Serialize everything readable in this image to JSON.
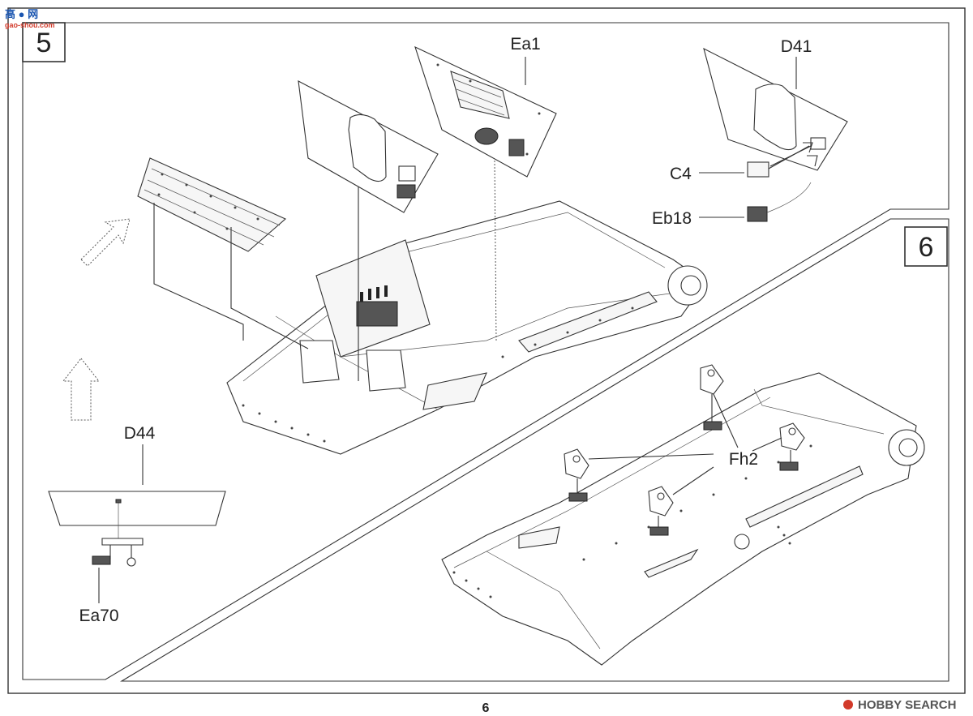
{
  "steps": [
    {
      "number": "5",
      "labels": [
        "Ea1",
        "D41",
        "C4",
        "Eb18",
        "D44",
        "Ea70"
      ]
    },
    {
      "number": "6",
      "labels": [
        "Fh2"
      ]
    }
  ],
  "page": {
    "number": "6"
  },
  "watermarks": {
    "top_left_main": "高 ● 网",
    "top_left_sub": "gao-shou.com",
    "bottom_right": "HOBBY SEARCH"
  },
  "colors": {
    "line": "#333333",
    "watermark_blue": "#1a55b0",
    "watermark_red": "#d23a2a"
  }
}
